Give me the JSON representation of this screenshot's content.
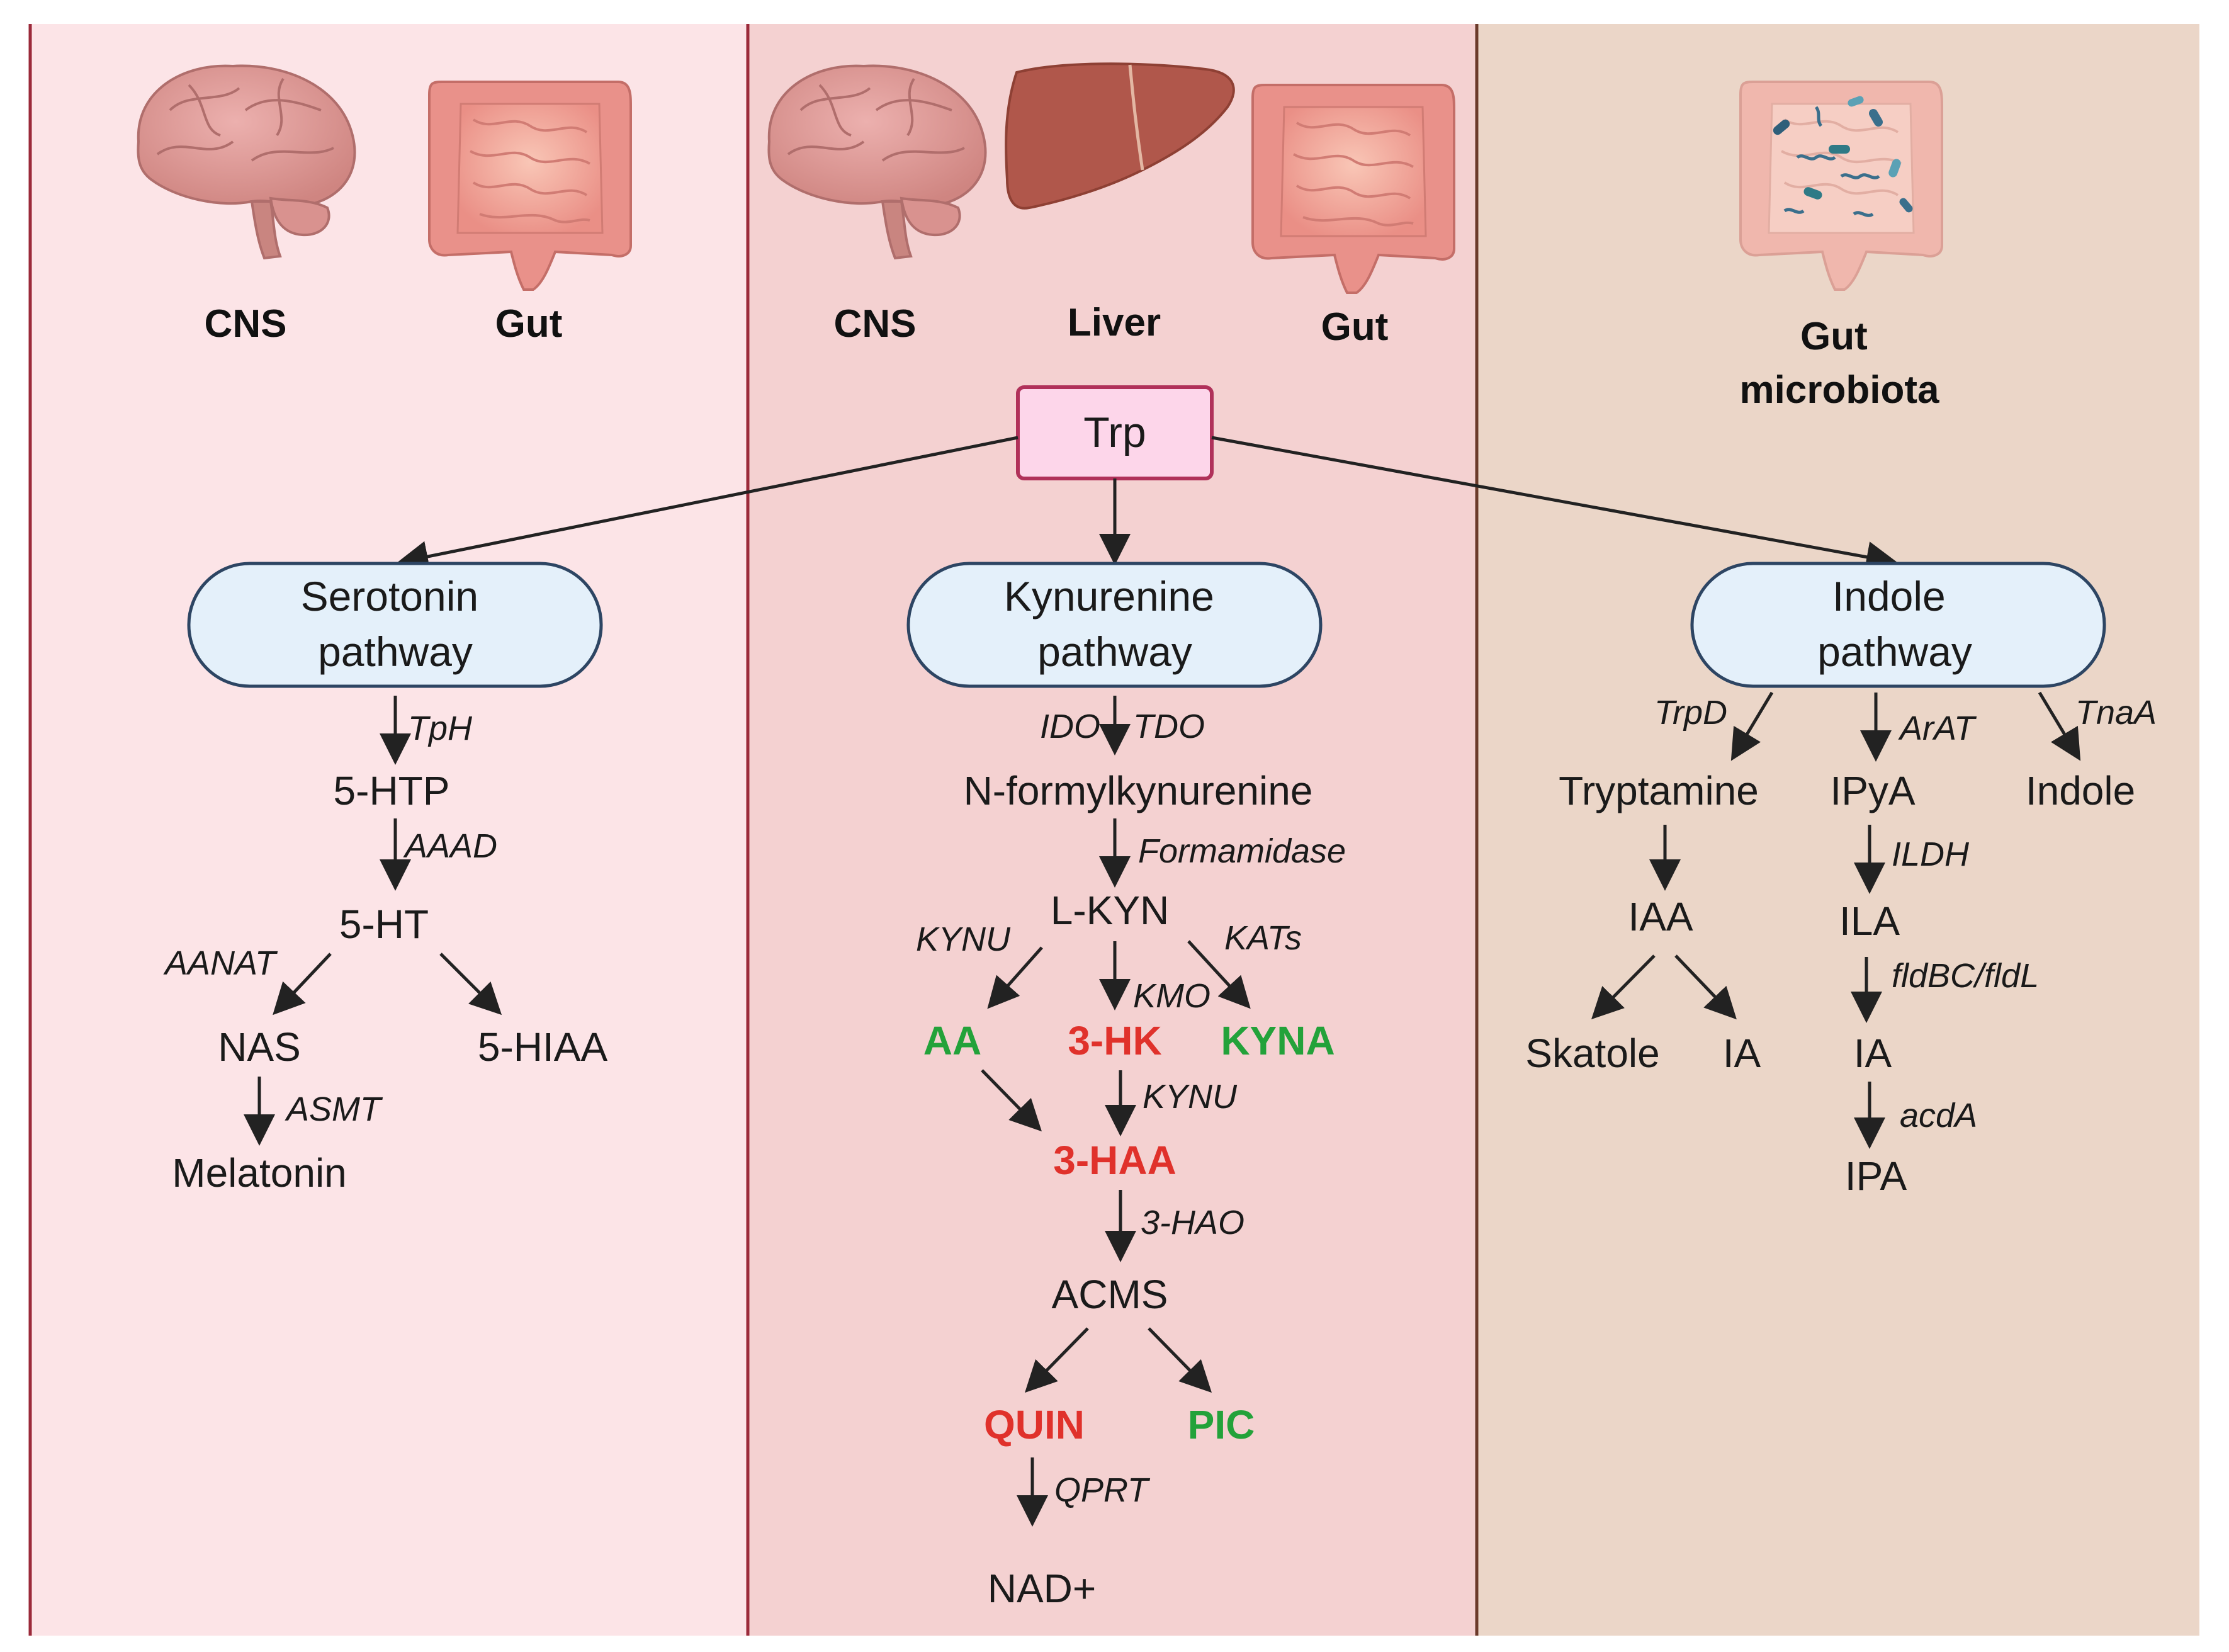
{
  "colors": {
    "panel_serotonin": "#fce4e7",
    "panel_kynurenine": "#f4d1d1",
    "panel_indole": "#ebd6c8",
    "divider": "#9b2a3a",
    "trp_box_fill": "#fdd6ea",
    "trp_box_stroke": "#b0315a",
    "pathway_fill": "#e4f0fa",
    "pathway_stroke": "#2d4563",
    "arrow": "#222222",
    "red": "#e0312b",
    "green": "#23a23a"
  },
  "organs": {
    "cns_left": "CNS",
    "gut_left": "Gut",
    "cns_mid": "CNS",
    "liver": "Liver",
    "gut_mid": "Gut",
    "gut_microbiota_line1": "Gut",
    "gut_microbiota_line2": "microbiota"
  },
  "icons": [
    "brain-icon",
    "intestine-icon",
    "liver-icon",
    "microbiota-intestine-icon"
  ],
  "trp": "Trp",
  "serotonin": {
    "title_line1": "Serotonin",
    "title_line2": "pathway",
    "enz_tph": "TpH",
    "htp": "5-HTP",
    "enz_aaad": "AAAD",
    "ht": "5-HT",
    "enz_aanat": "AANAT",
    "nas": "NAS",
    "hiaa": "5-HIAA",
    "enz_asmt": "ASMT",
    "melatonin": "Melatonin"
  },
  "kynurenine": {
    "title_line1": "Kynurenine",
    "title_line2": "pathway",
    "enz_ido": "IDO",
    "enz_tdo": "TDO",
    "nfk": "N-formylkynurenine",
    "enz_formamidase": "Formamidase",
    "lkyn": "L-KYN",
    "enz_kynu1": "KYNU",
    "enz_kats": "KATs",
    "enz_kmo": "KMO",
    "aa": "AA",
    "hk": "3-HK",
    "kyna": "KYNA",
    "enz_kynu2": "KYNU",
    "haa": "3-HAA",
    "enz_3hao": "3-HAO",
    "acms": "ACMS",
    "quin": "QUIN",
    "pic": "PIC",
    "enz_qprt": "QPRT",
    "nad": "NAD+"
  },
  "indole": {
    "title_line1": "Indole",
    "title_line2": "pathway",
    "enz_trpd": "TrpD",
    "enz_arat": "ArAT",
    "enz_tnaa": "TnaA",
    "tryptamine": "Tryptamine",
    "ipya": "IPyA",
    "indole": "Indole",
    "enz_ildh": "ILDH",
    "iaa": "IAA",
    "ila": "ILA",
    "enz_fldbc": "fldBC/fldL",
    "skatole": "Skatole",
    "ia_left": "IA",
    "ia_right": "IA",
    "enz_acda": "acdA",
    "ipa": "IPA"
  }
}
